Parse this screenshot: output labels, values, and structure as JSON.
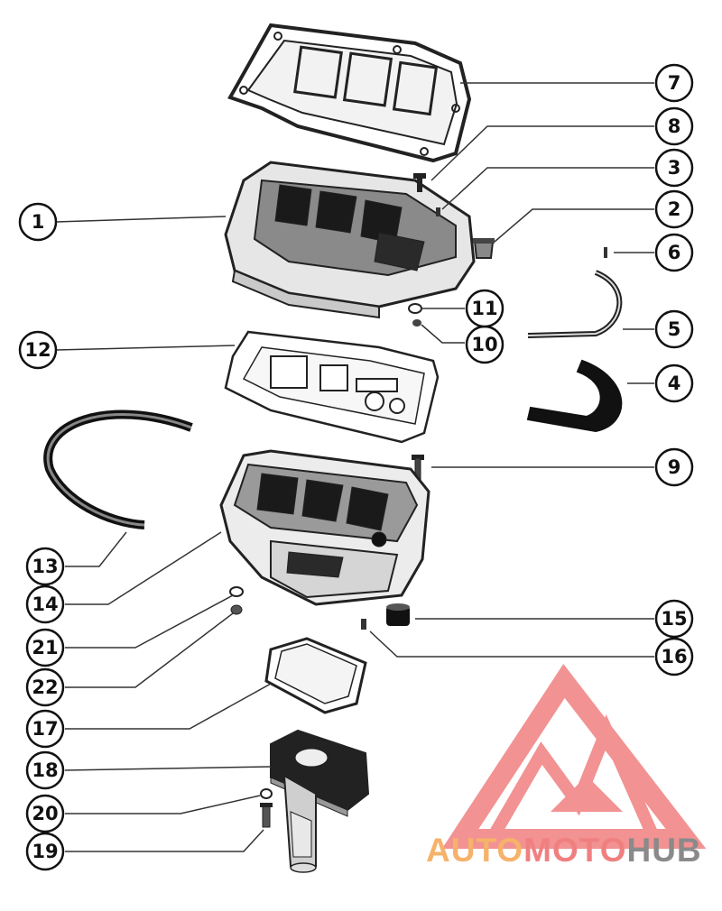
{
  "diagram": {
    "callouts": [
      {
        "id": "1",
        "label": "1"
      },
      {
        "id": "2",
        "label": "2"
      },
      {
        "id": "3",
        "label": "3"
      },
      {
        "id": "4",
        "label": "4"
      },
      {
        "id": "5",
        "label": "5"
      },
      {
        "id": "6",
        "label": "6"
      },
      {
        "id": "7",
        "label": "7"
      },
      {
        "id": "8",
        "label": "8"
      },
      {
        "id": "9",
        "label": "9"
      },
      {
        "id": "10",
        "label": "10"
      },
      {
        "id": "11",
        "label": "11"
      },
      {
        "id": "12",
        "label": "12"
      },
      {
        "id": "13",
        "label": "13"
      },
      {
        "id": "14",
        "label": "14"
      },
      {
        "id": "15",
        "label": "15"
      },
      {
        "id": "16",
        "label": "16"
      },
      {
        "id": "17",
        "label": "17"
      },
      {
        "id": "18",
        "label": "18"
      },
      {
        "id": "19",
        "label": "19"
      },
      {
        "id": "20",
        "label": "20"
      },
      {
        "id": "21",
        "label": "21"
      },
      {
        "id": "22",
        "label": "22"
      }
    ]
  },
  "watermark": {
    "part1": "AUTO",
    "part2": "MOTO",
    "part3": "HUB",
    "colors": {
      "auto": "#f6b26b",
      "moto": "#f08080",
      "hub": "#8a8a8a",
      "logo": "#f08080"
    }
  }
}
